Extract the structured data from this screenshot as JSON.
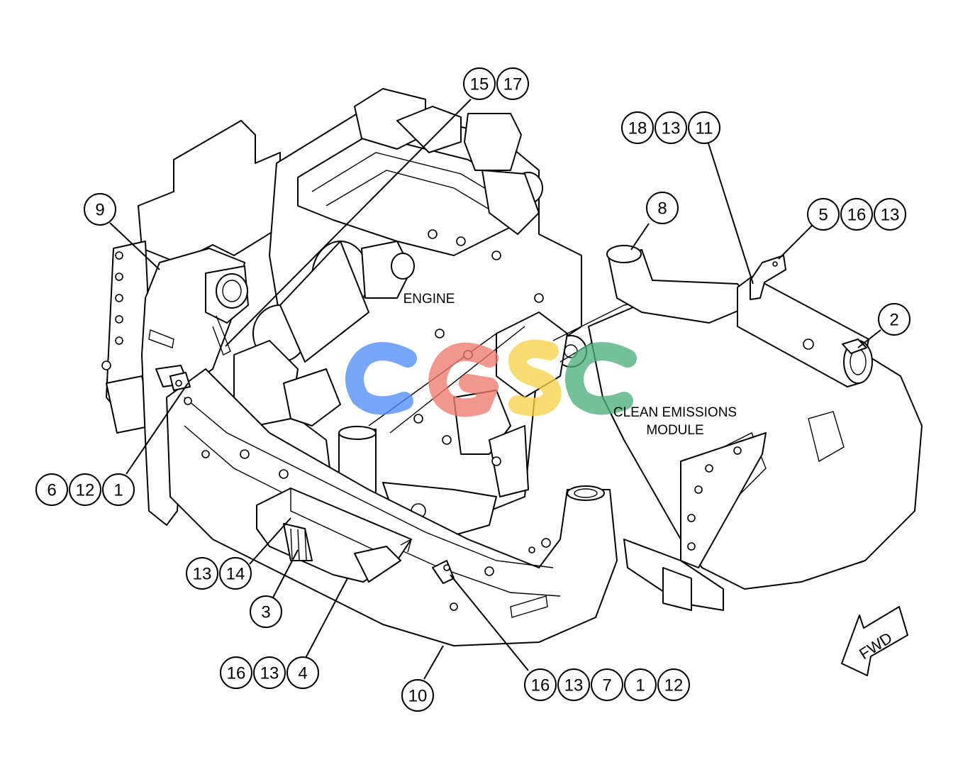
{
  "labels": {
    "engine": "ENGINE",
    "clean_emissions_line1": "CLEAN EMISSIONS",
    "clean_emissions_line2": "MODULE",
    "fwd": "FWD"
  },
  "watermark": {
    "text": "cgsc",
    "colors": [
      "#4f8ef5",
      "#ef7b6e",
      "#f7d24a",
      "#4caf7d"
    ]
  },
  "callouts": {
    "g1": [
      "15",
      "17"
    ],
    "g2": [
      "18",
      "13",
      "11"
    ],
    "g3": [
      "9"
    ],
    "g4": [
      "8"
    ],
    "g5": [
      "5",
      "16",
      "13"
    ],
    "g6": [
      "2"
    ],
    "g7": [
      "6",
      "12",
      "1"
    ],
    "g8": [
      "13",
      "14"
    ],
    "g9": [
      "3"
    ],
    "g10": [
      "16",
      "13",
      "4"
    ],
    "g11": [
      "10"
    ],
    "g12": [
      "16",
      "13",
      "7",
      "1",
      "12"
    ]
  }
}
